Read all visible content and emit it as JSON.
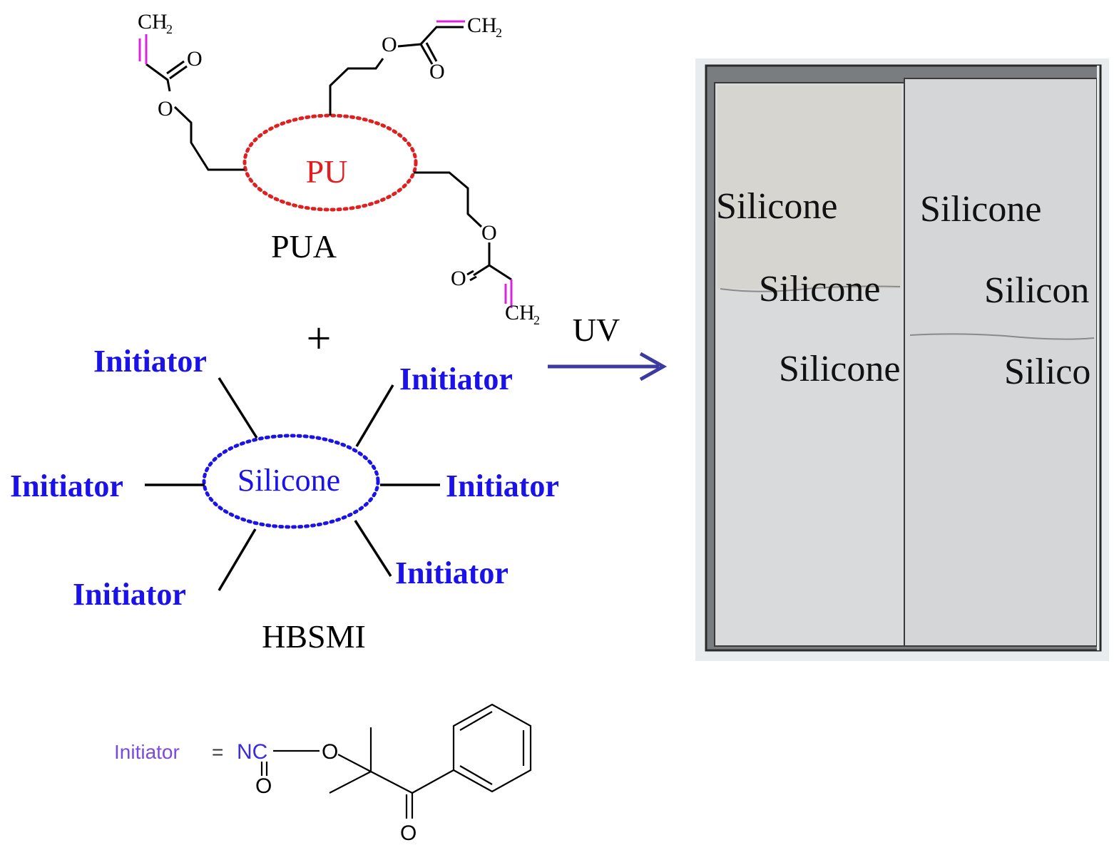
{
  "pua": {
    "core_label": "PU",
    "name": "PUA",
    "terminal_group": "CH",
    "terminal_subscript": "2",
    "oxygen": "O"
  },
  "plus": "+",
  "hbsmi": {
    "core_label": "Silicone",
    "name": "HBSMI",
    "arm_label": "Initiator",
    "arms": [
      "Initiator",
      "Initiator",
      "Initiator",
      "Initiator",
      "Initiator",
      "Initiator"
    ]
  },
  "reaction": {
    "condition": "UV"
  },
  "initiator_def": {
    "label": "Initiator",
    "equals": "=",
    "group": "NC",
    "carbonyl_o": "O",
    "ether_o": "O",
    "ketone_o": "O"
  },
  "photo": {
    "left_panel": [
      "Silicone",
      "Silicone",
      "Silicone"
    ],
    "right_panel": [
      "Silicone",
      "Silicon",
      "Silico"
    ]
  },
  "colors": {
    "pu_core": "#e02020",
    "silicone_core": "#1a12e8",
    "double_bond": "#e020e0",
    "arrow": "#3a3aa0",
    "initiator_def_label": "#7a4ae0"
  }
}
